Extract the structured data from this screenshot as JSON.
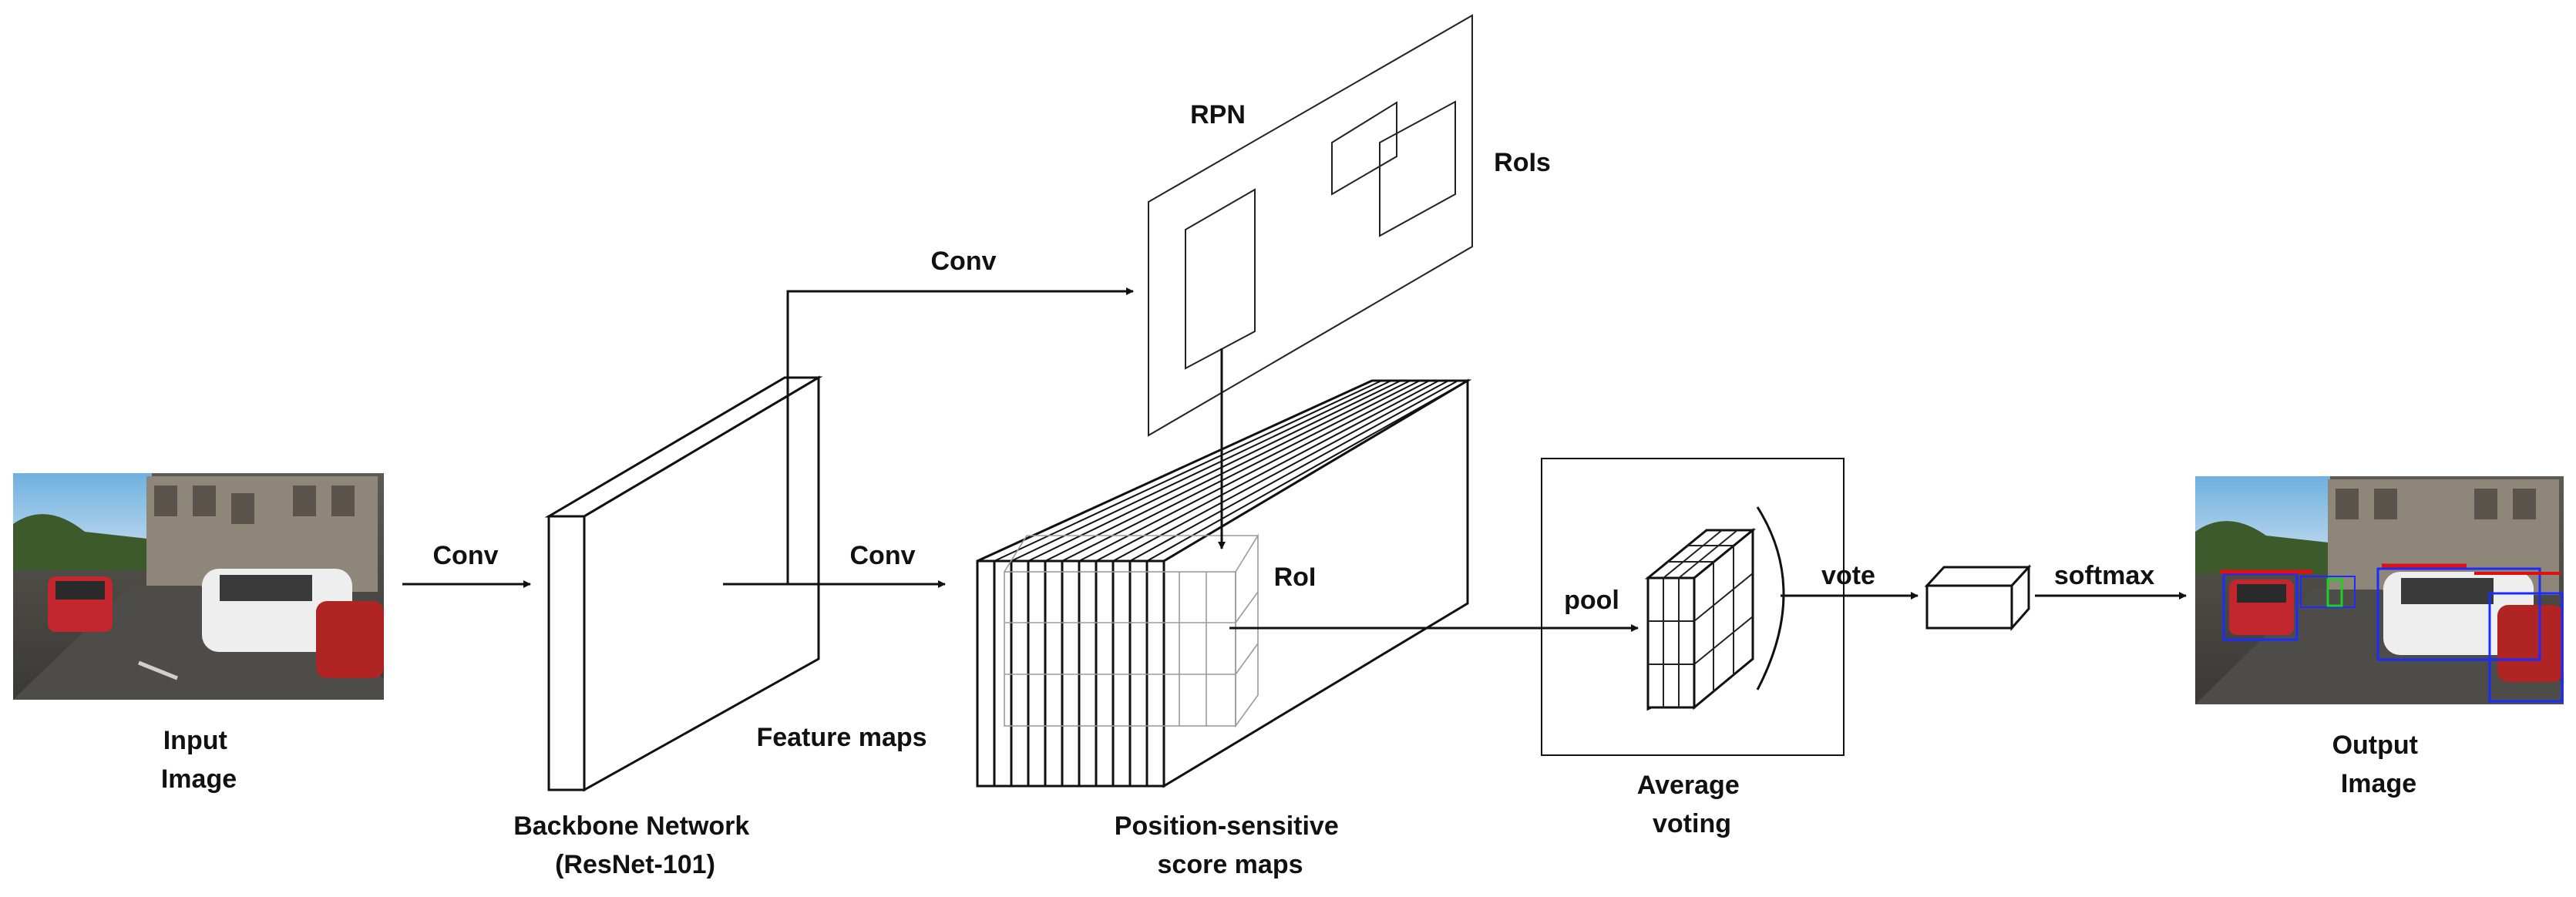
{
  "labels": {
    "input_image": [
      "Input",
      "Image"
    ],
    "conv_1": "Conv",
    "backbone": [
      "Backbone Network",
      "(ResNet-101)"
    ],
    "feature_maps": "Feature maps",
    "conv_rpn": "Conv",
    "rpn": "RPN",
    "rois": "RoIs",
    "conv_2": "Conv",
    "roi": "RoI",
    "score_maps": [
      "Position-sensitive",
      "score maps"
    ],
    "pool": "pool",
    "vote": "vote",
    "average_voting": [
      "Average",
      "voting"
    ],
    "softmax": "softmax",
    "output_image": [
      "Output",
      "Image"
    ]
  },
  "colors": {
    "stroke": "#111111",
    "detection_red": "#e01010",
    "detection_blue": "#1a2cff",
    "detection_green": "#22cc22"
  }
}
